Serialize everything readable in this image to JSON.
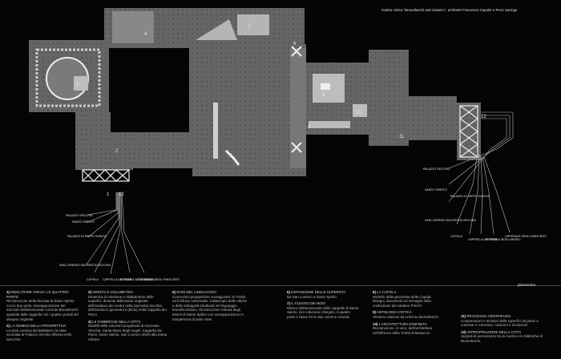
{
  "header": {
    "credit": "mostra critica \"Brunelleschi anti-classico\", architetti Francesco Capolei e Piero Sartogo",
    "plan_title": "planimetria"
  },
  "markers": {
    "m1": "1",
    "m2": "2",
    "m3": "3",
    "m4": "4",
    "m5": "5",
    "m6": "6",
    "m7": "7",
    "m8": "8",
    "m9": "9",
    "m10": "10",
    "m11": "11",
    "m12": "12",
    "m12b": "12"
  },
  "fan_labels_left": [
    "PALAZZO VECCHIO",
    "SANTO SPIRITO",
    "PALAZZO DI PARTE GUELFA",
    "SAN LORENZO SACRESTIA VECCHIA",
    "CUPOLA",
    "CAPPELLA DEI PAZZI",
    "ROTONDA DEGLI ANGELI",
    "OSPEDALE DEGLI INNOCENTI"
  ],
  "fan_labels_right": [
    "PALAZZO VECCHIO",
    "SANTO SPIRITO",
    "PALAZZO DI PARTE GUELFA",
    "SAN LORENZO SACRESTIA VECCHIA",
    "CUPOLA",
    "CAPPELLA DEI PAZZI",
    "ROTONDA DEGLI ANGELI",
    "OSPEDALE DEGLI INNOCENTI"
  ],
  "legend": {
    "col1": [
      {
        "num": "1)",
        "title": "INDICATORE VISIVO. LE QUATTRO PORTE",
        "desc": "Ricostruzione della facciata di Santo Spirito con le due porte. Sovrapposizione del tracciato bidimensionale corrente Brunelleschi spaziale delle cappelle con i quattro portali del disegno originale."
      },
      {
        "num": "2)",
        "title": "LA GENESI DELLA PROSPETTIVA",
        "desc": "La vista centrica del Battistero; la vista scorciata di Palazzo Vecchio riflessa nello specchio."
      }
    ],
    "col2": [
      {
        "num": "3)",
        "title": "ORDITO E VOLUMETRIA",
        "desc": "Dinamica di rotazione e ribaltamento delle superfici, desunte dall'esame originale, dell'ossatura dei centro nella Sacrestia Vecchia, dell'involucro geometrico (titolo) nella Cappella dei Pazzi."
      },
      {
        "num": "4)",
        "title": "LE FABBRICHE NELLA CITTÀ",
        "desc": "Modelli delle soluzioni progettuali di Sacrestia Vecchia, Santa Maria degli Angeli, Cappella dei Pazzi, Santo Spirito, San Lorenzo riferiti alla trama urbana."
      }
    ],
    "col3": [
      {
        "num": "5)",
        "title": "NODI DEL LINGUAGGIO",
        "desc": "Concezioni prospettiche sovrapposte: la Trinità ed il Diluvio Universale. Calascopio delle ottiche e delle ambiguità strutturali nel linguaggio brunelleschiano. Ricostruzione rettosa degli interni di Santo Spirito con sovrapposizione in trasparenza di piani visivi."
      }
    ],
    "col4": [
      {
        "num": "6)",
        "title": "ESPANSIONE DELLE SUPERFICI",
        "desc": "Da San Lorenzo a Santo Spirito"
      },
      {
        "num": "7)",
        "title": "IL FLESSO DEI NODI",
        "desc": "Rilievo tridimensionale delle cappelle di Santo Spirito, loro soluzione d'angolo, il quattro porte e l'asse fra le due colonne centrali."
      }
    ],
    "col5": [
      {
        "num": "8)",
        "title": "LA CUPOLA",
        "desc": "Modello della geometria della Cupola. Disegni, documenti ed immagini della costruzione del cantiere PIXXO."
      },
      {
        "num": "9)",
        "title": "ANTOLOGIA CRITICA",
        "desc": "Ventuno citazioni da scritti su Brunelleschi."
      },
      {
        "num": "10)",
        "title": "L'ARCHITETTURA D'INFINITA",
        "desc": "Ricostruzione, in vero, dell'architettura nell'affresco della Trinità di Masaccio."
      }
    ],
    "col6": [
      {
        "num": "11)",
        "title": "PROCESSO CENTRIFUGO",
        "desc": "Compressioni e tensioni delle superfici da piene a concave e convesse, rotazioni e rivoluzioni."
      },
      {
        "num": "12)",
        "title": "APPROPRIAZIONE DELLA CITTÀ",
        "desc": "Segnali di percorrenza tra la mostra e le fabbriche di Brunelleschi."
      }
    ]
  }
}
